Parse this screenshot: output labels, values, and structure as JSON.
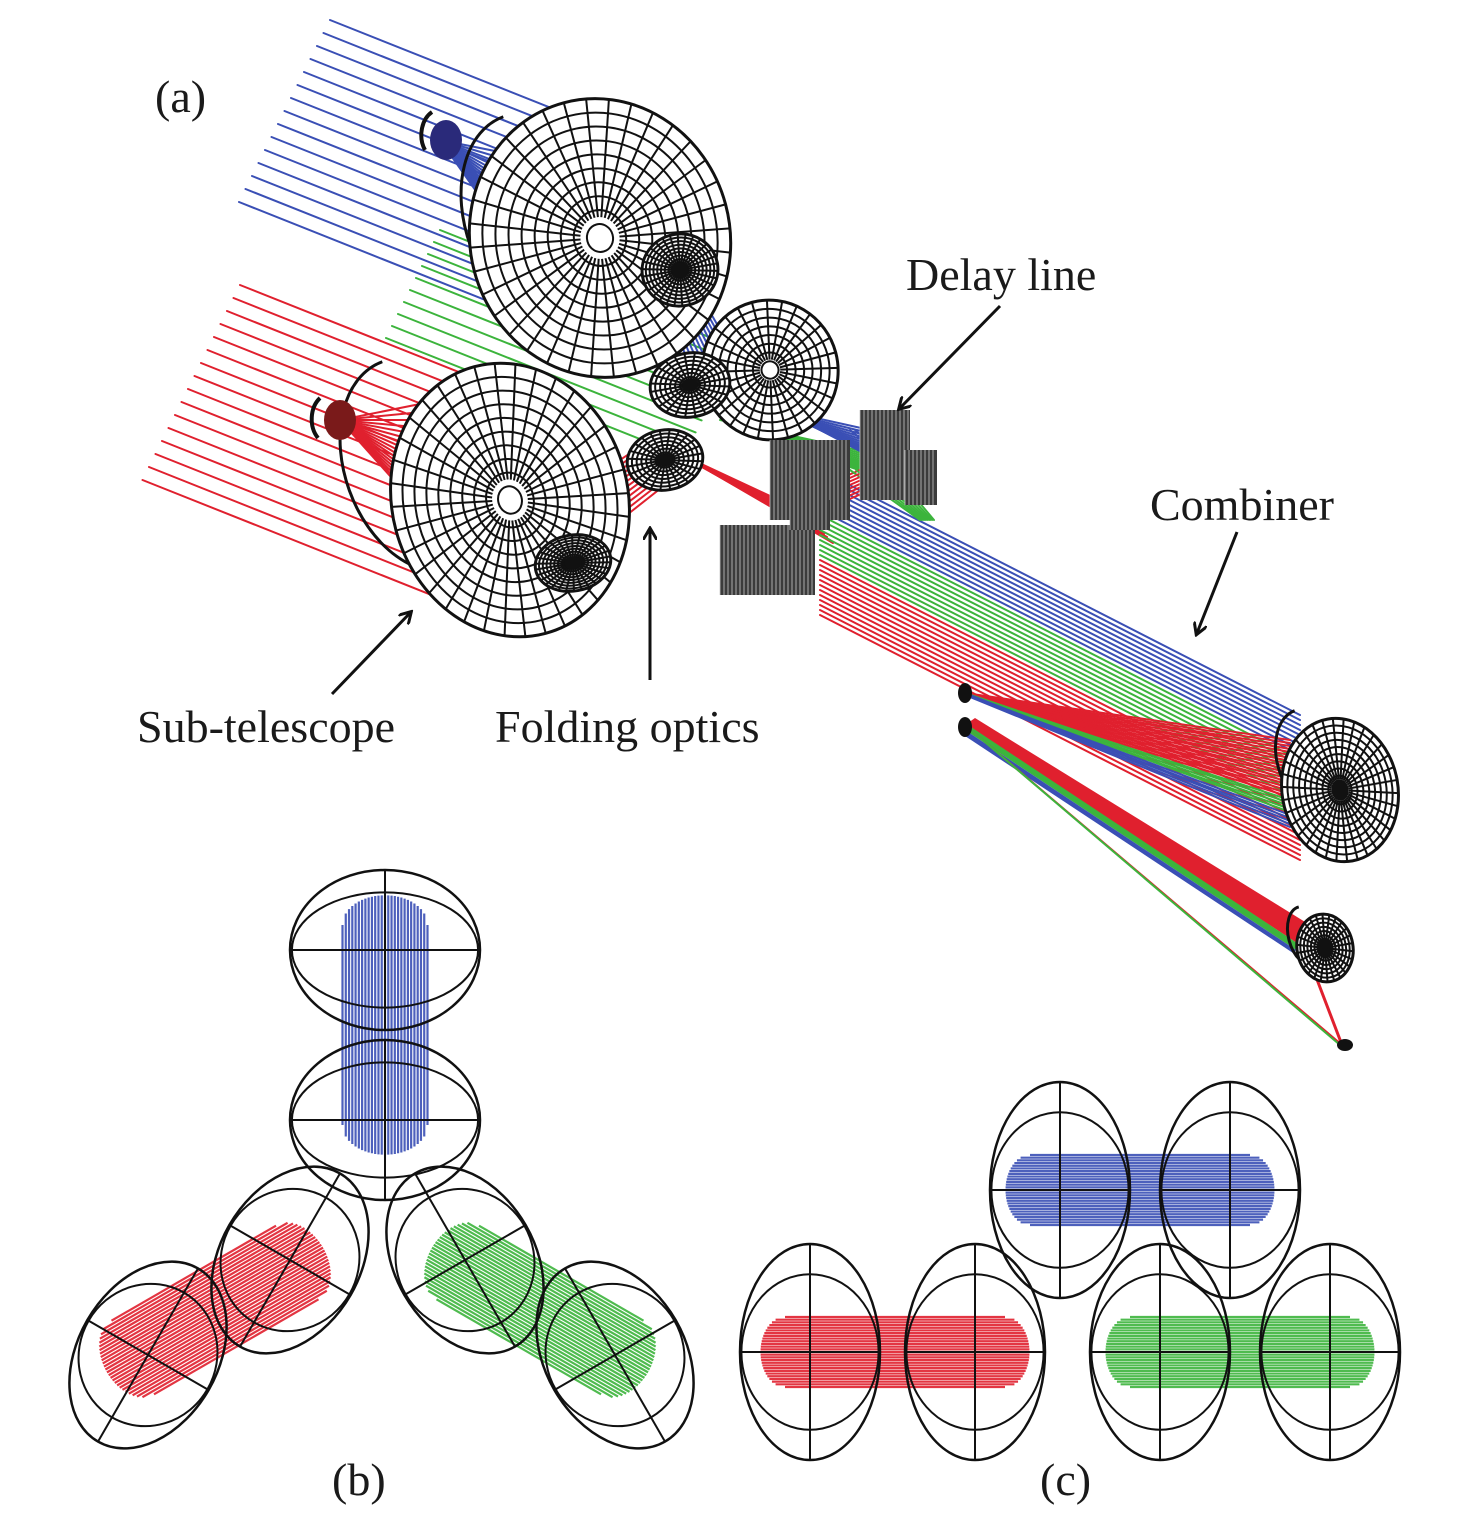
{
  "figure": {
    "panels": [
      {
        "id": "a",
        "label": "(a)",
        "description": "3D ray trace of three-aperture interferometer"
      },
      {
        "id": "b",
        "label": "(b)",
        "description": "Sub-telescope arrangement, view 1"
      },
      {
        "id": "c",
        "label": "(c)",
        "description": "Sub-telescope arrangement, view 2"
      }
    ],
    "annotations": {
      "delay_line": "Delay line",
      "combiner": "Combiner",
      "sub_telescope": "Sub-telescope",
      "folding_optics": "Folding optics"
    },
    "beams": [
      {
        "name": "beam-1",
        "color": "#3a4fb5"
      },
      {
        "name": "beam-2",
        "color": "#e0202e"
      },
      {
        "name": "beam-3",
        "color": "#3cb43c"
      }
    ],
    "colors": {
      "structure": "#111111",
      "background": "#ffffff"
    }
  }
}
